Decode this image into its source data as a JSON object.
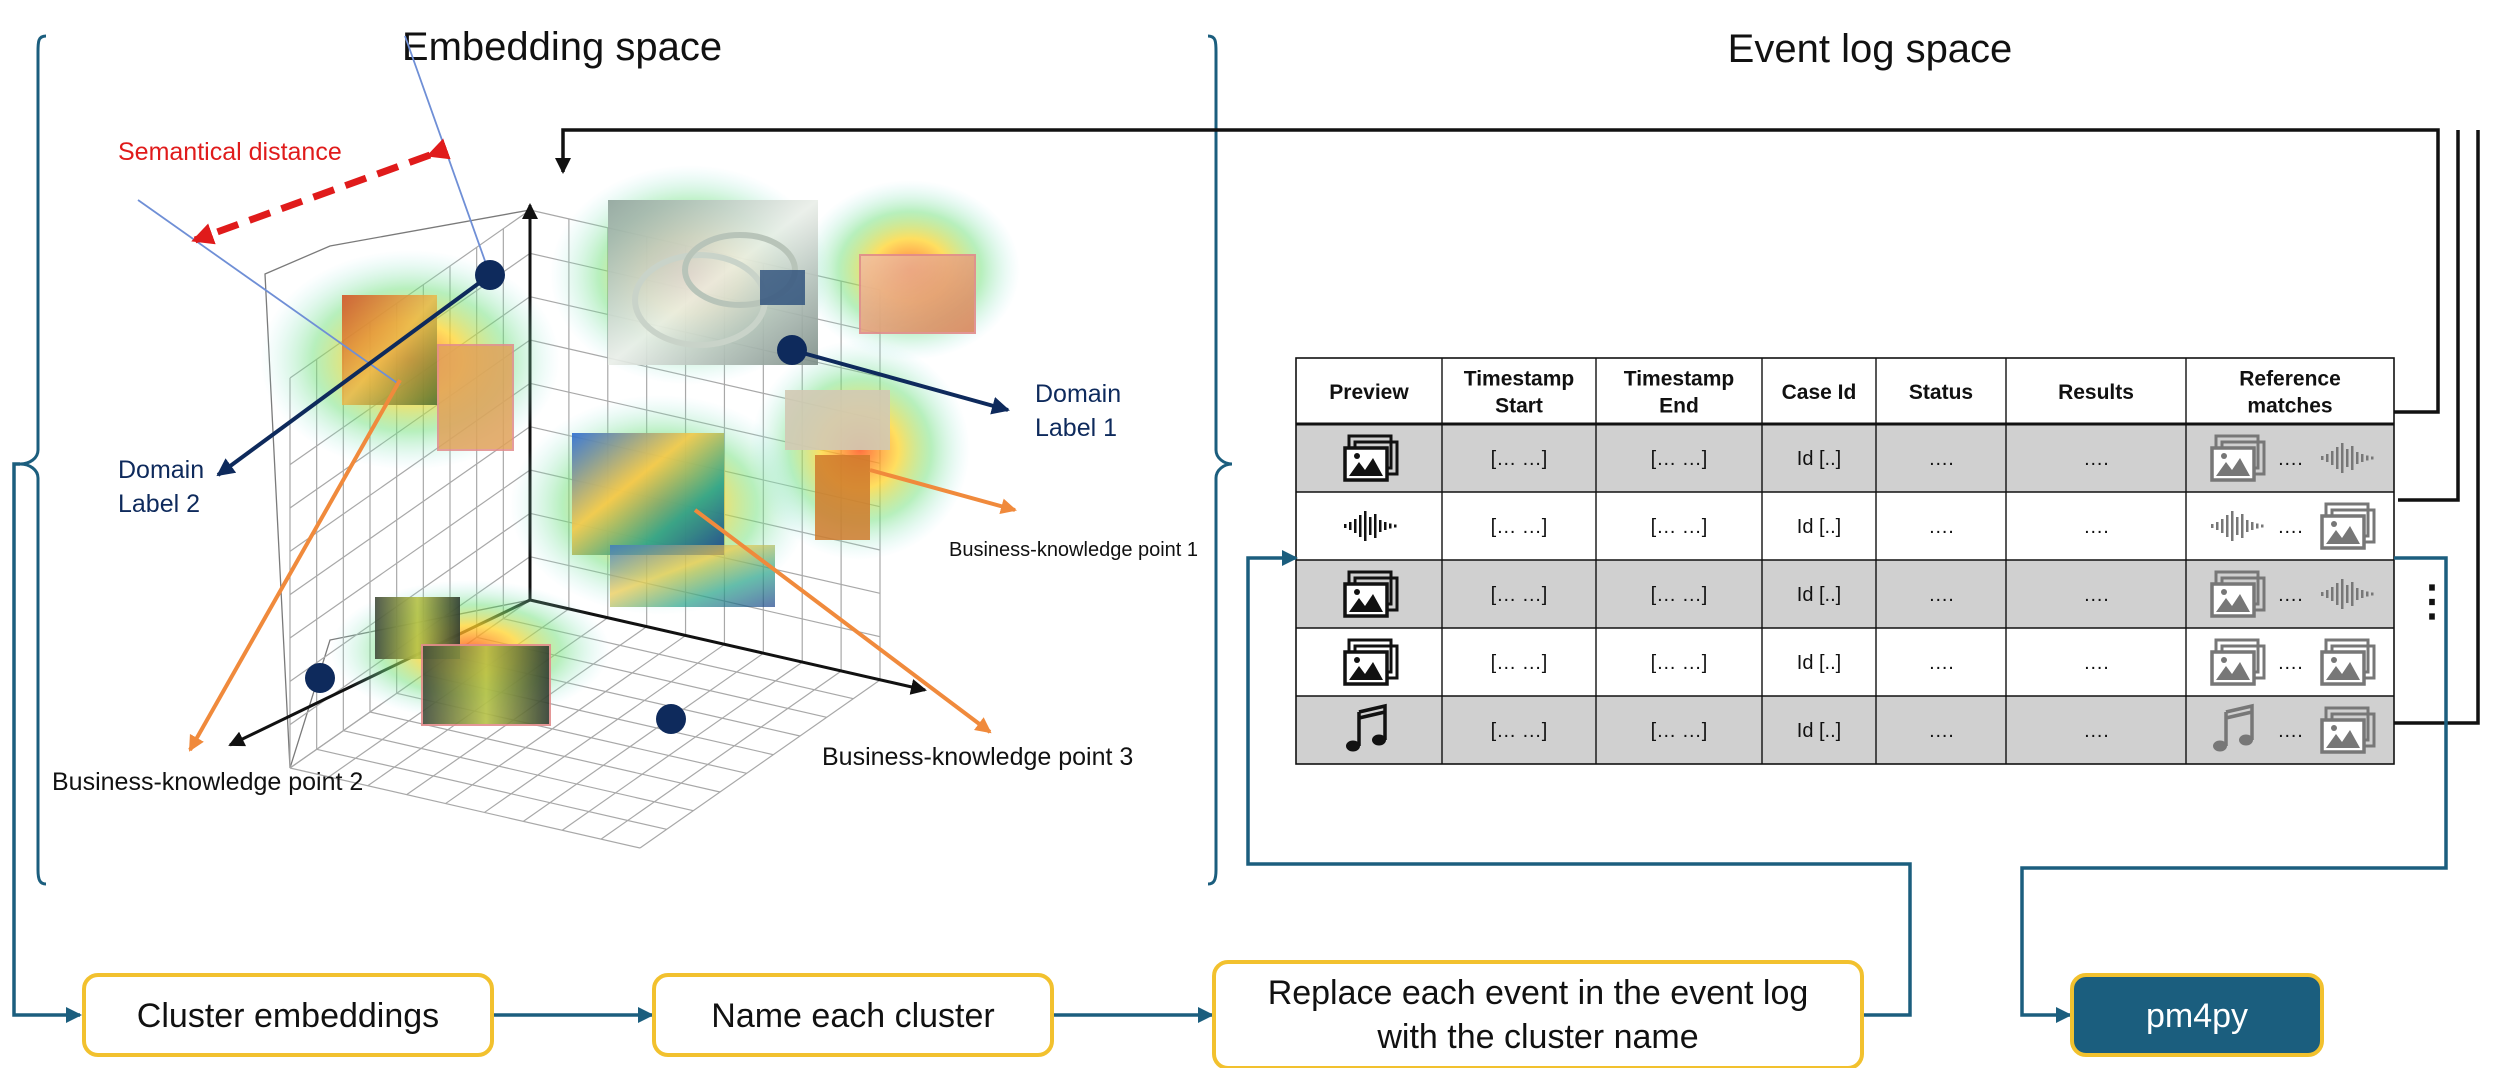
{
  "embedding": {
    "title": "Embedding space",
    "semantic_label": "Semantical distance",
    "domain_label_1": [
      "Domain",
      "Label 1"
    ],
    "domain_label_2": [
      "Domain",
      "Label 2"
    ],
    "bk_point_1": "Business-knowledge point 1",
    "bk_point_2": "Business-knowledge point 2",
    "bk_point_3": "Business-knowledge point 3"
  },
  "event_log": {
    "title": "Event log space",
    "headers": [
      "Preview",
      "Timestamp Start",
      "Timestamp End",
      "Case Id",
      "Status",
      "Results",
      "Reference matches"
    ],
    "header_lines": [
      [
        "Preview"
      ],
      [
        "Timestamp",
        "Start"
      ],
      [
        "Timestamp",
        "End"
      ],
      [
        "Case Id"
      ],
      [
        "Status"
      ],
      [
        "Results"
      ],
      [
        "Reference",
        "matches"
      ]
    ],
    "rows": [
      {
        "preview": "image-stack-icon",
        "ts_start": "[… …]",
        "ts_end": "[… …]",
        "case_id": "Id [..]",
        "status": "….",
        "results": "….",
        "ref_a": "image-stack-icon",
        "ref_sep": "….",
        "ref_b": "audio-wave-icon",
        "shaded": true
      },
      {
        "preview": "audio-wave-icon",
        "ts_start": "[… …]",
        "ts_end": "[… …]",
        "case_id": "Id [..]",
        "status": "….",
        "results": "….",
        "ref_a": "audio-wave-icon",
        "ref_sep": "….",
        "ref_b": "image-stack-icon",
        "shaded": false
      },
      {
        "preview": "image-stack-icon",
        "ts_start": "[… …]",
        "ts_end": "[… …]",
        "case_id": "Id [..]",
        "status": "….",
        "results": "….",
        "ref_a": "image-stack-icon",
        "ref_sep": "….",
        "ref_b": "audio-wave-icon",
        "shaded": true
      },
      {
        "preview": "image-stack-icon",
        "ts_start": "[… …]",
        "ts_end": "[… …]",
        "case_id": "Id [..]",
        "status": "….",
        "results": "….",
        "ref_a": "image-stack-icon",
        "ref_sep": "….",
        "ref_b": "image-stack-icon",
        "shaded": false
      },
      {
        "preview": "music-note-icon",
        "ts_start": "[… …]",
        "ts_end": "[… …]",
        "case_id": "Id [..]",
        "status": "….",
        "results": "….",
        "ref_a": "music-note-icon",
        "ref_sep": "….",
        "ref_b": "image-stack-icon",
        "shaded": true
      }
    ],
    "ellipsis": "⋮"
  },
  "pipeline": {
    "step1": "Cluster embeddings",
    "step2": "Name each cluster",
    "step3": [
      "Replace each event in the event log",
      "with the cluster name"
    ],
    "step4": "pm4py"
  },
  "colors": {
    "teal": "#1b5e7e",
    "navy": "#0e2a5c",
    "orange": "#f08a3c",
    "red": "#e01b1b",
    "box_border": "#f2c12e",
    "shade": "#d0d0d0",
    "pm4py_fill": "#1b5e7e"
  }
}
